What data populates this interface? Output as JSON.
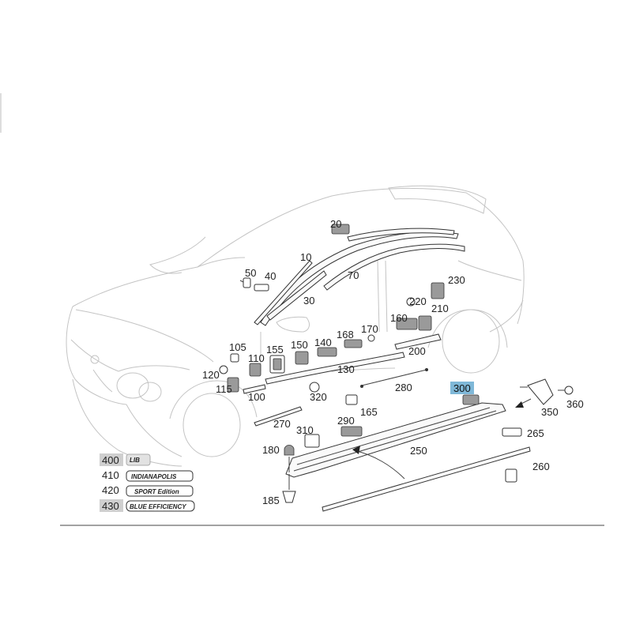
{
  "parts": [
    {
      "id": "p20",
      "label": "20"
    },
    {
      "id": "p10",
      "label": "10"
    },
    {
      "id": "p70",
      "label": "70"
    },
    {
      "id": "p50",
      "label": "50"
    },
    {
      "id": "p40",
      "label": "40"
    },
    {
      "id": "p30",
      "label": "30"
    },
    {
      "id": "p230",
      "label": "230"
    },
    {
      "id": "p220",
      "label": "220"
    },
    {
      "id": "p210",
      "label": "210"
    },
    {
      "id": "p160",
      "label": "160"
    },
    {
      "id": "p170",
      "label": "170"
    },
    {
      "id": "p168",
      "label": "168"
    },
    {
      "id": "p140",
      "label": "140"
    },
    {
      "id": "p150",
      "label": "150"
    },
    {
      "id": "p155",
      "label": "155"
    },
    {
      "id": "p105",
      "label": "105"
    },
    {
      "id": "p110",
      "label": "110"
    },
    {
      "id": "p120",
      "label": "120"
    },
    {
      "id": "p115",
      "label": "115"
    },
    {
      "id": "p100",
      "label": "100"
    },
    {
      "id": "p130",
      "label": "130"
    },
    {
      "id": "p200",
      "label": "200"
    },
    {
      "id": "p320",
      "label": "320"
    },
    {
      "id": "p280",
      "label": "280"
    },
    {
      "id": "p165",
      "label": "165"
    },
    {
      "id": "p300",
      "label": "300",
      "highlighted": true
    },
    {
      "id": "p350",
      "label": "350"
    },
    {
      "id": "p360",
      "label": "360"
    },
    {
      "id": "p270",
      "label": "270"
    },
    {
      "id": "p290",
      "label": "290"
    },
    {
      "id": "p310",
      "label": "310"
    },
    {
      "id": "p265",
      "label": "265"
    },
    {
      "id": "p250",
      "label": "250"
    },
    {
      "id": "p180",
      "label": "180"
    },
    {
      "id": "p260",
      "label": "260"
    },
    {
      "id": "p185",
      "label": "185"
    }
  ],
  "badges": [
    {
      "number": "400",
      "text": "LIB",
      "highlighted": true
    },
    {
      "number": "410",
      "text": "INDIANAPOLIS",
      "highlighted": false
    },
    {
      "number": "420",
      "text": "SPORT Edition",
      "highlighted": false
    },
    {
      "number": "430",
      "text": "BLUE EFFICIENCY",
      "highlighted": true
    }
  ],
  "colors": {
    "highlight_blue": "#7fb8d8",
    "highlight_grey": "#cfcfcf",
    "car_outline": "#c4c4c4",
    "part_stroke": "#333333"
  }
}
